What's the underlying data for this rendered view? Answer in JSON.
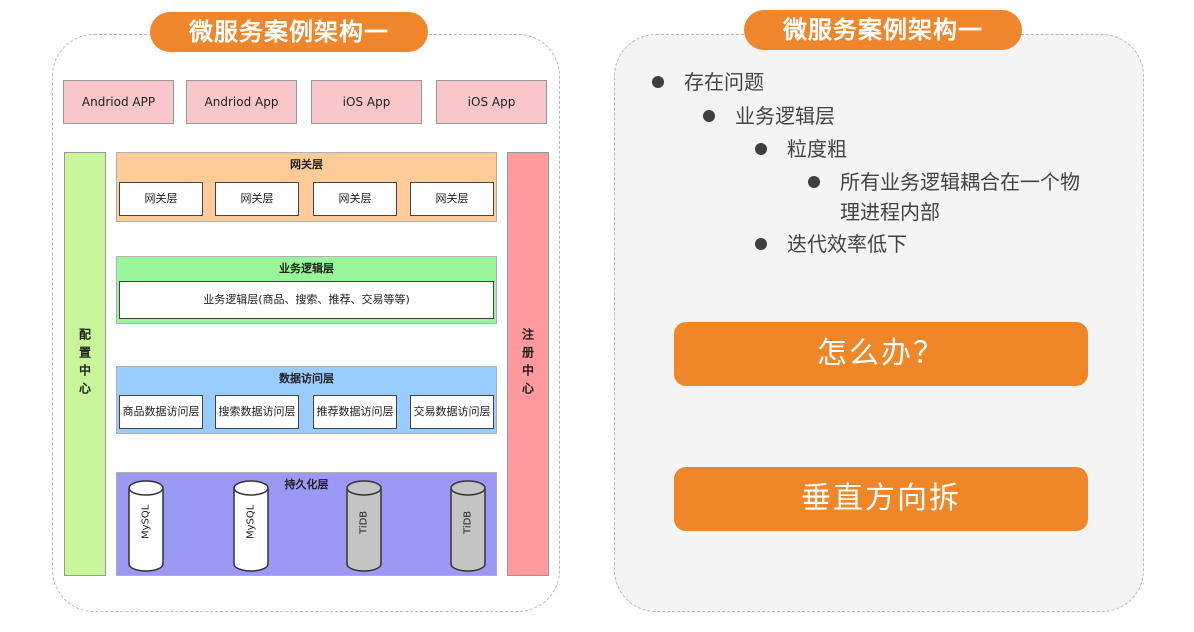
{
  "titles": {
    "left": "微服务案例架构一",
    "right": "微服务案例架构一"
  },
  "diagram": {
    "apps": [
      "Andriod APP",
      "Andriod App",
      "iOS App",
      "iOS App"
    ],
    "config_center": "配置中心",
    "registry_center": "注册中心",
    "gateway": {
      "title": "网关层",
      "items": [
        "网关层",
        "网关层",
        "网关层",
        "网关层"
      ]
    },
    "business": {
      "title": "业务逻辑层",
      "item": "业务逻辑层(商品、搜索、推荐、交易等等)"
    },
    "data_access": {
      "title": "数据访问层",
      "items": [
        "商品数据访问层",
        "搜索数据访问层",
        "推荐数据访问层",
        "交易数据访问层"
      ]
    },
    "persistence": {
      "title": "持久化层",
      "databases": [
        {
          "label": "MySQL",
          "color": "#ffffff"
        },
        {
          "label": "MySQL",
          "color": "#ffffff"
        },
        {
          "label": "TiDB",
          "color": "#c4c4c4"
        },
        {
          "label": "TiDB",
          "color": "#c4c4c4"
        }
      ]
    }
  },
  "bullets": {
    "l1": "存在问题",
    "l2": "业务逻辑层",
    "l3a": "粒度粗",
    "l4_line1": "所有业务逻辑耦合在一个物",
    "l4_line2": "理进程内部",
    "l3b": "迭代效率低下"
  },
  "buttons": {
    "what": "怎么办？",
    "split": "垂直方向拆"
  },
  "colors": {
    "accent": "#f0862b"
  }
}
